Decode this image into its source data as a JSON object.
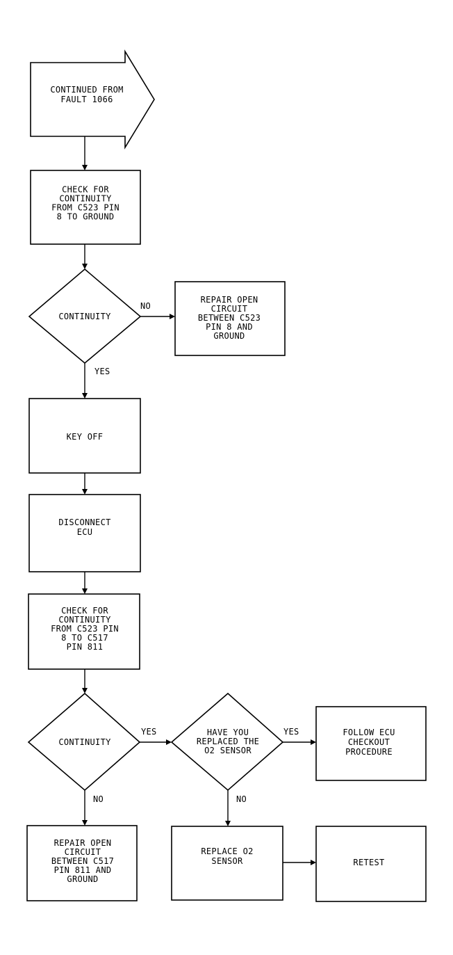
{
  "nodes": {
    "start": {
      "lines": [
        "CONTINUED FROM",
        "FAULT 1066"
      ]
    },
    "check_c523_ground": {
      "lines": [
        "CHECK FOR",
        "CONTINUITY",
        "FROM C523 PIN",
        "8 TO GROUND"
      ]
    },
    "decision_continuity_1": {
      "lines": [
        "CONTINUITY"
      ]
    },
    "repair_c523_ground": {
      "lines": [
        "REPAIR OPEN",
        "CIRCUIT",
        "BETWEEN C523",
        "PIN 8 AND",
        "GROUND"
      ]
    },
    "key_off": {
      "lines": [
        "KEY OFF"
      ]
    },
    "disconnect_ecu": {
      "lines": [
        "DISCONNECT",
        "ECU"
      ]
    },
    "check_c523_c517": {
      "lines": [
        "CHECK FOR",
        "CONTINUITY",
        "FROM C523 PIN",
        "8 TO C517",
        "PIN 811"
      ]
    },
    "decision_continuity_2": {
      "lines": [
        "CONTINUITY"
      ]
    },
    "decision_replaced_o2": {
      "lines": [
        "HAVE YOU",
        "REPLACED THE",
        "O2 SENSOR"
      ]
    },
    "follow_ecu_checkout": {
      "lines": [
        "FOLLOW ECU",
        "CHECKOUT",
        "PROCEDURE"
      ]
    },
    "repair_c517": {
      "lines": [
        "REPAIR OPEN",
        "CIRCUIT",
        "BETWEEN C517",
        "PIN 811 AND",
        "GROUND"
      ]
    },
    "replace_o2": {
      "lines": [
        "REPLACE O2",
        "SENSOR"
      ]
    },
    "retest": {
      "lines": [
        "RETEST"
      ]
    }
  },
  "edge_labels": {
    "no_1": "NO",
    "yes_1": "YES",
    "yes_2": "YES",
    "yes_3": "YES",
    "no_2": "NO",
    "no_3": "NO"
  }
}
